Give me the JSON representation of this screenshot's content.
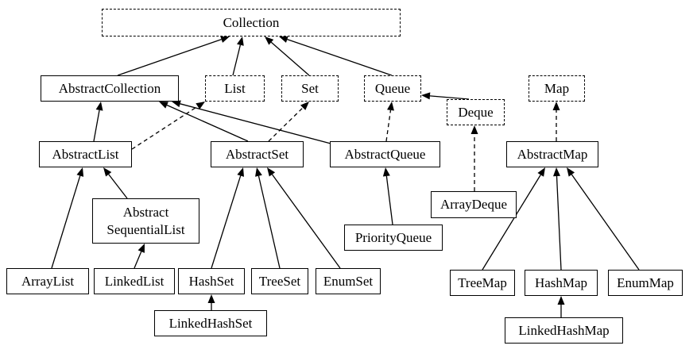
{
  "nodes": {
    "collection": {
      "label": "Collection",
      "kind": "interface"
    },
    "abstract_collection": {
      "label": "AbstractCollection",
      "kind": "class"
    },
    "list": {
      "label": "List",
      "kind": "interface"
    },
    "set": {
      "label": "Set",
      "kind": "interface"
    },
    "queue": {
      "label": "Queue",
      "kind": "interface"
    },
    "map": {
      "label": "Map",
      "kind": "interface"
    },
    "deque": {
      "label": "Deque",
      "kind": "interface"
    },
    "abstract_list": {
      "label": "AbstractList",
      "kind": "class"
    },
    "abstract_set": {
      "label": "AbstractSet",
      "kind": "class"
    },
    "abstract_queue": {
      "label": "AbstractQueue",
      "kind": "class"
    },
    "abstract_map": {
      "label": "AbstractMap",
      "kind": "class"
    },
    "abstract_sequential_list": {
      "label_line1": "Abstract",
      "label_line2": "SequentialList",
      "kind": "class"
    },
    "array_deque": {
      "label": "ArrayDeque",
      "kind": "class"
    },
    "priority_queue": {
      "label": "PriorityQueue",
      "kind": "class"
    },
    "array_list": {
      "label": "ArrayList",
      "kind": "class"
    },
    "linked_list": {
      "label": "LinkedList",
      "kind": "class"
    },
    "hash_set": {
      "label": "HashSet",
      "kind": "class"
    },
    "tree_set": {
      "label": "TreeSet",
      "kind": "class"
    },
    "enum_set": {
      "label": "EnumSet",
      "kind": "class"
    },
    "tree_map": {
      "label": "TreeMap",
      "kind": "class"
    },
    "hash_map": {
      "label": "HashMap",
      "kind": "class"
    },
    "enum_map": {
      "label": "EnumMap",
      "kind": "class"
    },
    "linked_hash_set": {
      "label": "LinkedHashSet",
      "kind": "class"
    },
    "linked_hash_map": {
      "label": "LinkedHashMap",
      "kind": "class"
    }
  },
  "edges": [
    {
      "from": "abstract_collection",
      "to": "collection",
      "style": "solid"
    },
    {
      "from": "list",
      "to": "collection",
      "style": "solid"
    },
    {
      "from": "set",
      "to": "collection",
      "style": "solid"
    },
    {
      "from": "queue",
      "to": "collection",
      "style": "solid"
    },
    {
      "from": "deque",
      "to": "queue",
      "style": "solid"
    },
    {
      "from": "abstract_list",
      "to": "abstract_collection",
      "style": "solid"
    },
    {
      "from": "abstract_list",
      "to": "list",
      "style": "dashed"
    },
    {
      "from": "abstract_set",
      "to": "abstract_collection",
      "style": "solid"
    },
    {
      "from": "abstract_set",
      "to": "set",
      "style": "dashed"
    },
    {
      "from": "abstract_queue",
      "to": "abstract_collection",
      "style": "solid"
    },
    {
      "from": "abstract_queue",
      "to": "queue",
      "style": "dashed"
    },
    {
      "from": "array_deque",
      "to": "deque",
      "style": "dashed"
    },
    {
      "from": "abstract_map",
      "to": "map",
      "style": "dashed"
    },
    {
      "from": "abstract_sequential_list",
      "to": "abstract_list",
      "style": "solid"
    },
    {
      "from": "array_list",
      "to": "abstract_list",
      "style": "solid"
    },
    {
      "from": "linked_list",
      "to": "abstract_sequential_list",
      "style": "solid"
    },
    {
      "from": "priority_queue",
      "to": "abstract_queue",
      "style": "solid"
    },
    {
      "from": "hash_set",
      "to": "abstract_set",
      "style": "solid"
    },
    {
      "from": "tree_set",
      "to": "abstract_set",
      "style": "solid"
    },
    {
      "from": "enum_set",
      "to": "abstract_set",
      "style": "solid"
    },
    {
      "from": "linked_hash_set",
      "to": "hash_set",
      "style": "solid"
    },
    {
      "from": "tree_map",
      "to": "abstract_map",
      "style": "solid"
    },
    {
      "from": "hash_map",
      "to": "abstract_map",
      "style": "solid"
    },
    {
      "from": "enum_map",
      "to": "abstract_map",
      "style": "solid"
    },
    {
      "from": "linked_hash_map",
      "to": "hash_map",
      "style": "solid"
    }
  ]
}
